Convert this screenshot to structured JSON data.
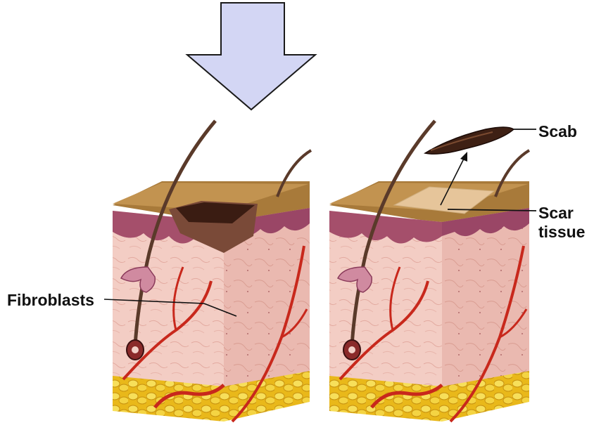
{
  "labels": {
    "fibroblasts": "Fibroblasts",
    "scab": "Scab",
    "scar_line1": "Scar",
    "scar_line2": "tissue"
  },
  "colors": {
    "arrow_fill": "#d3d6f4",
    "arrow_stroke": "#1a1a1a",
    "epidermis_top": "#b98a44",
    "dermis": "#f2c7bf",
    "dermis_dark": "#e7aaa0",
    "basal_layer": "#9c4a6a",
    "fat": "#f0cc2a",
    "vessel": "#c8281c",
    "wound": "#3e2014",
    "scar": "#e6c59a",
    "hair": "#5a3a2a"
  }
}
